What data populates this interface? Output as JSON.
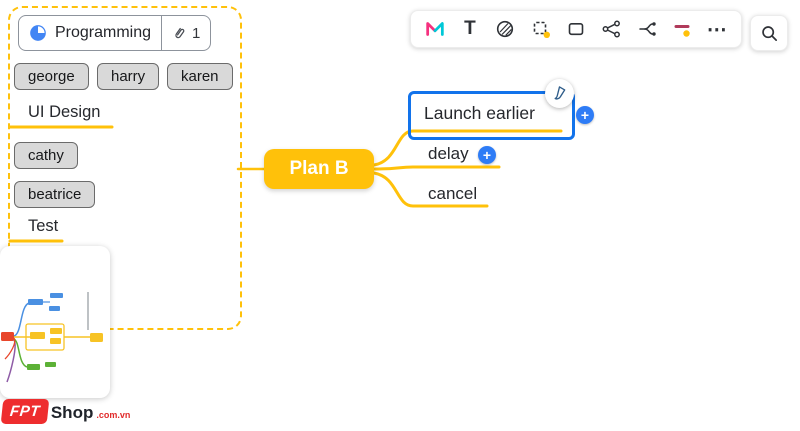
{
  "toolbar": {
    "text_tool_label": "T",
    "more_label": "⋯",
    "tool_names": [
      "xmind-logo",
      "text-tool",
      "hatched-circle-tool",
      "select-style-tool",
      "rectangle-tool",
      "relationship-tool",
      "branch-tool",
      "marker-tool",
      "more-options",
      "search"
    ]
  },
  "buttons": {
    "add_subtopic": "+"
  },
  "mindmap": {
    "programming": {
      "label": "Programming",
      "attachment_count": "1"
    },
    "member_tags": [
      "george",
      "harry",
      "karen"
    ],
    "topics": {
      "ui_design": "UI Design",
      "test": "Test"
    },
    "person_tags": [
      "cathy",
      "beatrice"
    ],
    "plan_b": {
      "label": "Plan B"
    },
    "children": {
      "launch": "Launch earlier",
      "delay": "delay",
      "cancel": "cancel"
    }
  },
  "watermark": {
    "fpt": "FPT",
    "shop": "Shop",
    "domain": ".com.vn"
  },
  "colors": {
    "branch_yellow": "#FFC10A",
    "selection_blue": "#1273EB",
    "plus_blue": "#2E7CF6",
    "tag_fill": "#D9D9D9",
    "node_fill": "#FFC10A",
    "logo_red": "#EE2D2E"
  }
}
